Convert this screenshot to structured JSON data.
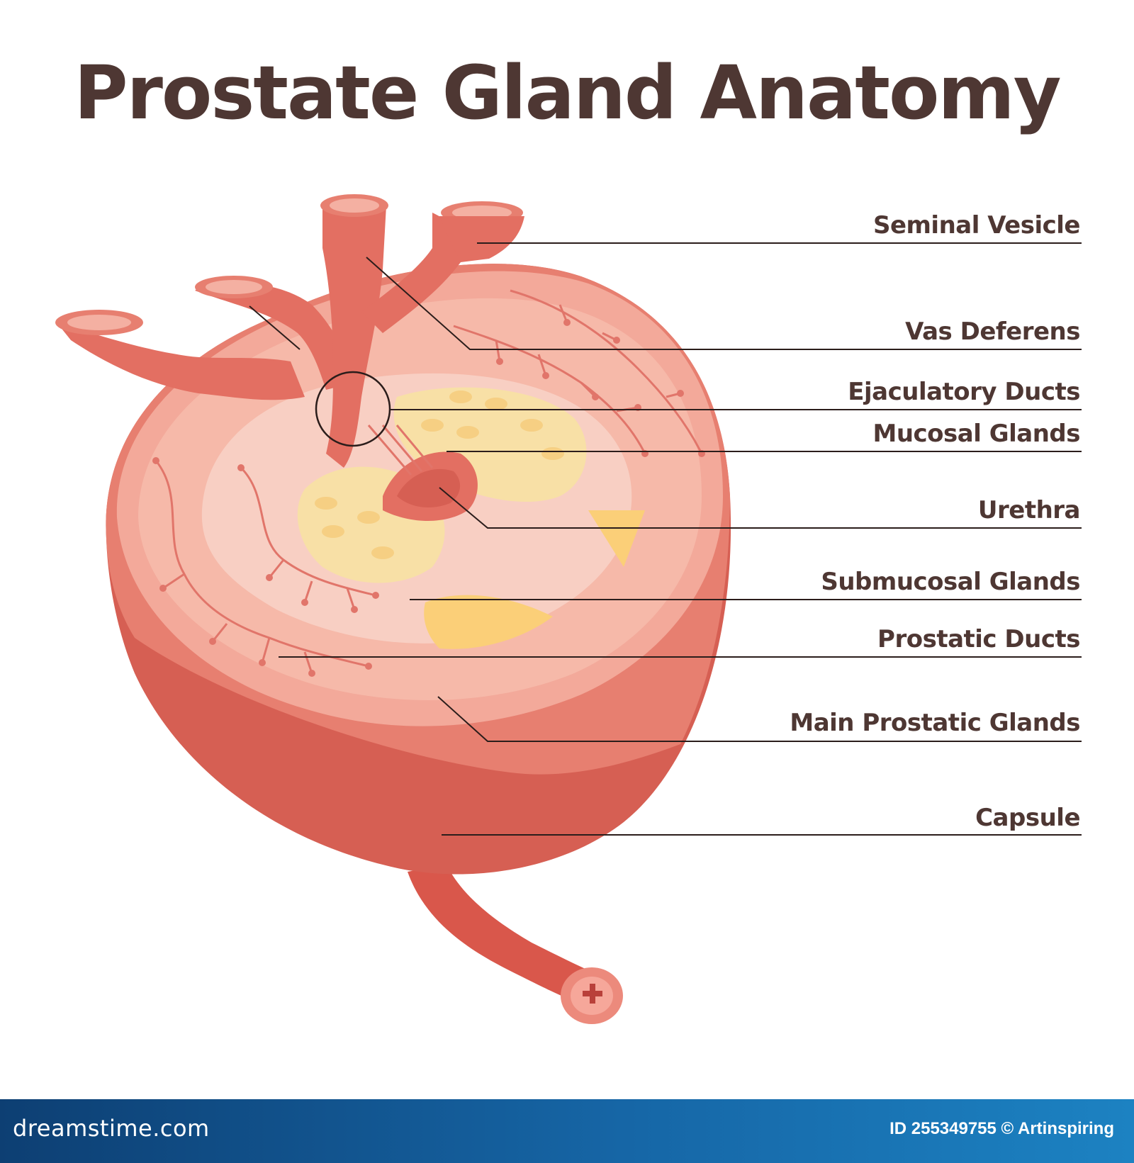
{
  "title": "Prostate Gland Anatomy",
  "labels": {
    "seminal_vesicle": "Seminal Vesicle",
    "vas_deferens": "Vas Deferens",
    "ejaculatory_ducts": "Ejaculatory Ducts",
    "mucosal_glands": "Mucosal Glands",
    "urethra": "Urethra",
    "submucosal_glands": "Submucosal Glands",
    "prostatic_ducts": "Prostatic Ducts",
    "main_prostatic_glands": "Main Prostatic Glands",
    "capsule": "Capsule"
  },
  "footer": {
    "brand": "dreamstime.com",
    "credit": "ID 255349755 © Artinspiring"
  },
  "colors": {
    "title": "#4e3733",
    "capsule_dark": "#d65f53",
    "capsule_light": "#e77f70",
    "cut_surface": "#f6b9a9",
    "inner_zone": "#f8cfc3",
    "glands_yellow": "#f8e0a6",
    "duct_red": "#e1756a",
    "footer_blue": "#1666a6"
  }
}
